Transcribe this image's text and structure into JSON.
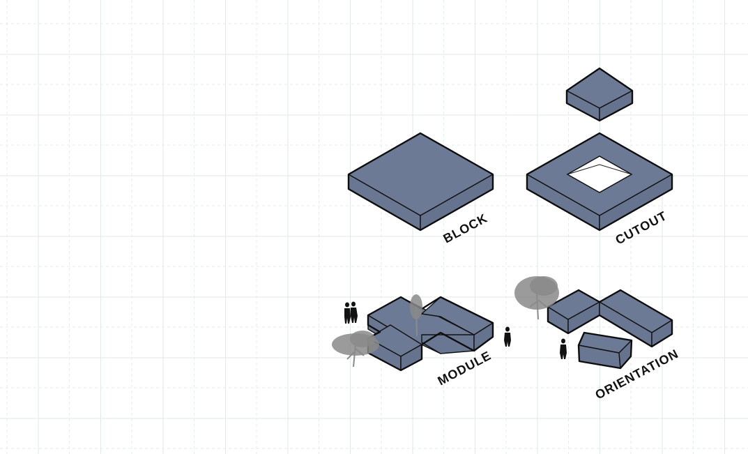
{
  "labels": {
    "block": "BLOCK",
    "cutout": "CUTOUT",
    "module": "MODULE",
    "orientation": "ORIENTATION"
  },
  "colors": {
    "volume_fill": "#6d7a96",
    "outline": "#0d0d0d",
    "grid": "#dfe9e7",
    "background": "#ffffff"
  },
  "icons": [
    "tree-icon",
    "person-icon"
  ]
}
